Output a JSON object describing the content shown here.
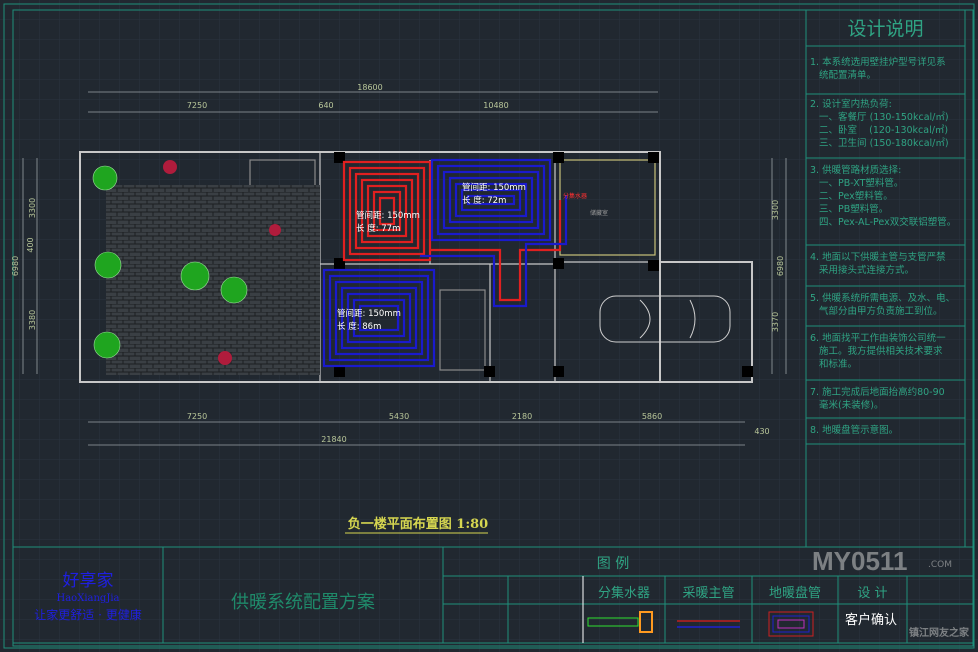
{
  "design_notes": {
    "title": "设计说明",
    "items": [
      "1. 本系统选用壁挂炉型号详见系\n   统配置清单。",
      "2. 设计室内热负荷:\n   一、客餐厅 (130-150kcal/㎡)\n   二、卧室    (120-130kcal/㎡)\n   三、卫生间 (150-180kcal/㎡)",
      "3. 供暖管路材质选择:\n   一、PB-XT塑料管。\n   二、Pex塑料管。\n   三、PB塑料管。\n   四、Pex-AL-Pex双交联铝塑管。",
      "4. 地面以下供暖主管与支管严禁\n   采用接头式连接方式。",
      "5. 供暖系统所需电源、及水、电、\n   气部分由甲方负责施工到位。",
      "6. 地面找平工作由装饰公司统一\n   施工。我方提供相关技术要求\n   和标准。",
      "7. 施工完成后地面抬高约80-90\n   毫米(未装修)。",
      "8. 地暖盘管示意图。"
    ]
  },
  "plan": {
    "title": "负一楼平面布置图 1:80",
    "dims_top": {
      "total": "18600",
      "a": "7250",
      "b": "640",
      "c": "10480"
    },
    "dims_bottom": {
      "total": "21840",
      "a": "7250",
      "b": "5430",
      "c": "2180",
      "d": "5860",
      "e": "430"
    },
    "dims_left": {
      "total": "6980",
      "a": "3300",
      "b": "400",
      "c": "3380"
    },
    "dims_right": {
      "total": "6980",
      "a": "3300",
      "b": "3370"
    },
    "zones": [
      {
        "spacing": "管间距: 150mm",
        "length": "长    度: 77m"
      },
      {
        "spacing": "管间距: 150mm",
        "length": "长    度: 72m"
      },
      {
        "spacing": "管间距: 150mm",
        "length": "长    度: 86m"
      }
    ],
    "manifold_label": "分集水器",
    "room_label": "储藏室",
    "pipe_colors": {
      "supply": "#e02020",
      "return": "#1a1acc"
    }
  },
  "title_block": {
    "brand": "好享家",
    "brand_pinyin": "HaoXiangJia",
    "slogan": "让家更舒适 · 更健康",
    "project": "供暖系统配置方案",
    "legend_title": "图 例",
    "legend_headers": [
      "分集水器",
      "采暖主管",
      "地暖盘管",
      "设 计"
    ],
    "client_confirm": "客户确认"
  },
  "watermark": {
    "text": "MY0511",
    "sub": "镇江网友之家",
    "domain": ".COM"
  }
}
